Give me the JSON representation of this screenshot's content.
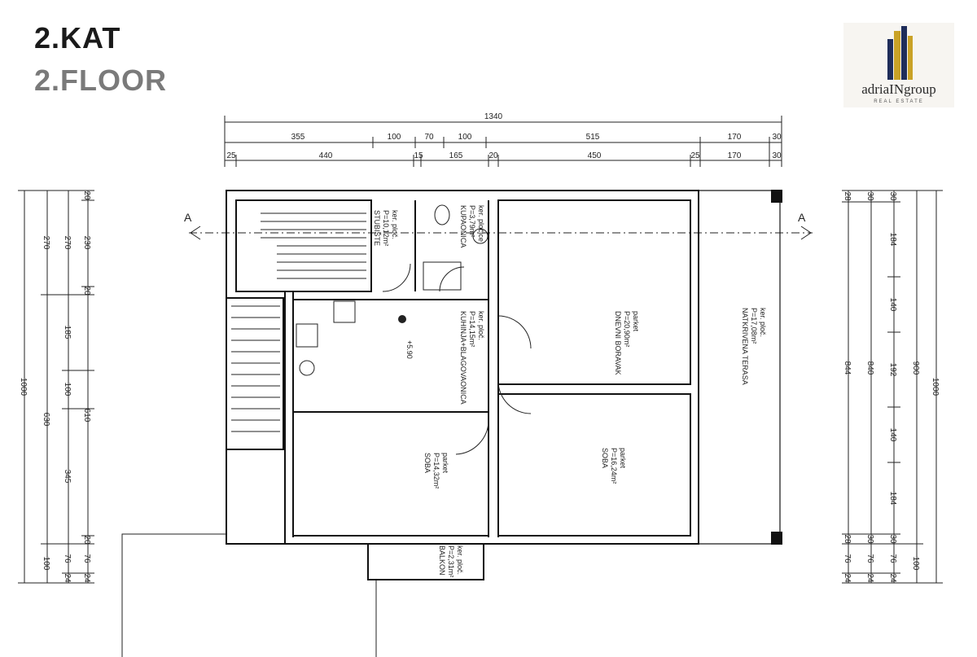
{
  "header": {
    "title_hr": "2.KAT",
    "title_en": "2.FLOOR"
  },
  "logo": {
    "name": "adriaINgroup",
    "tagline": "REAL ESTATE",
    "accent": "#c9a227",
    "navy": "#1f2d5a"
  },
  "section_marks": {
    "left": "A",
    "right": "A"
  },
  "dimensions": {
    "top_total": "1340",
    "top_row1": [
      "355",
      "100",
      "70",
      "100",
      "515",
      "170",
      "30"
    ],
    "top_row2": [
      "25",
      "440",
      "15",
      "165",
      "20",
      "450",
      "25",
      "170",
      "30"
    ],
    "left_outer": [
      "1000"
    ],
    "left_mid": [
      "270",
      "630",
      "100"
    ],
    "left_inner": [
      "270",
      "185",
      "100",
      "345",
      "76",
      "24"
    ],
    "left_innermost": [
      "20",
      "230",
      "20",
      "610",
      "20",
      "76",
      "24"
    ],
    "right_outer": [
      "1000"
    ],
    "right_mid": [
      "900",
      "100"
    ],
    "right_c": [
      "30",
      "840",
      "30",
      "76",
      "24"
    ],
    "right_d": [
      "30",
      "184",
      "140",
      "192",
      "140",
      "184",
      "30",
      "76",
      "24"
    ],
    "right_e": [
      "28",
      "844",
      "28",
      "76",
      "24"
    ]
  },
  "rooms": {
    "stairs": {
      "name": "STUBIŠTE",
      "area": "P=10,12m²",
      "floor": "ker. ploč."
    },
    "bathroom": {
      "name": "KUPAONICA",
      "area": "P=3,79m²",
      "floor": "ker. pločice"
    },
    "kitchen": {
      "name": "KUHINJA+BLAGOVAONICA",
      "area": "P=14,15m²",
      "floor": "ker. ploč."
    },
    "living": {
      "name": "DNEVNI BORAVAK",
      "area": "P=20,90m²",
      "floor": "parket"
    },
    "terrace": {
      "name": "NATKRIVENA TERASA",
      "area": "P=17,08m²",
      "floor": "ker. ploč."
    },
    "bedroom1": {
      "name": "SOBA",
      "area": "P=14,32m²",
      "floor": "parket"
    },
    "bedroom2": {
      "name": "SOBA",
      "area": "P=16,24m²",
      "floor": "parket"
    },
    "balcony": {
      "name": "BALKON",
      "area": "P=2,31m²",
      "floor": "ker. ploč."
    }
  },
  "level_marker": "+5.90"
}
